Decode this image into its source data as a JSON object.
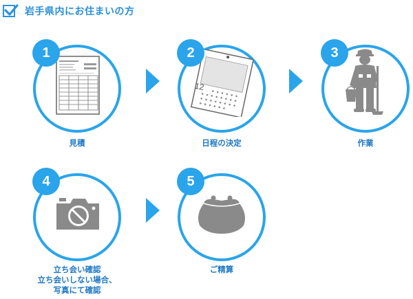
{
  "header": {
    "title": "岩手県内にお住まいの方"
  },
  "steps": [
    {
      "number": "1",
      "label_lines": [
        "見積"
      ]
    },
    {
      "number": "2",
      "label_lines": [
        "日程の決定"
      ],
      "calendar_month": "12"
    },
    {
      "number": "3",
      "label_lines": [
        "作業"
      ]
    },
    {
      "number": "4",
      "label_lines": [
        "立ち会い確認",
        "立ち会いしない場合、",
        "写真にて確認"
      ]
    },
    {
      "number": "5",
      "label_lines": [
        "ご精算"
      ]
    }
  ],
  "colors": {
    "accent": "#2aa4ea",
    "label": "#1e78c4",
    "title": "#2a8fd8",
    "icon": "#8a8a8a"
  }
}
